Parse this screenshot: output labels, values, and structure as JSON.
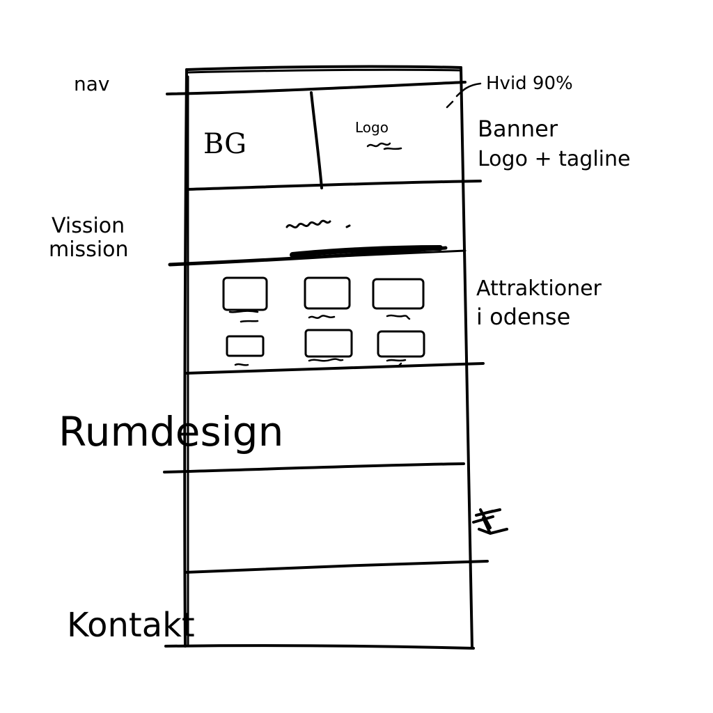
{
  "annotations": {
    "nav": "nav",
    "hvid": "Hvid 90%",
    "banner_line1": "Banner",
    "banner_line2": "Logo + tagline",
    "vision_line1": "Vission",
    "vision_line2": "mission",
    "attraktioner_line1": "Attraktioner",
    "attraktioner_line2": "i odense",
    "rumdesign": "Rumdesign",
    "kontakt": "Kontakt"
  },
  "wireframe": {
    "banner_bg_label": "BG",
    "banner_logo_label": "Logo"
  },
  "colors": {
    "ink": "#000000",
    "paper": "#ffffff"
  }
}
